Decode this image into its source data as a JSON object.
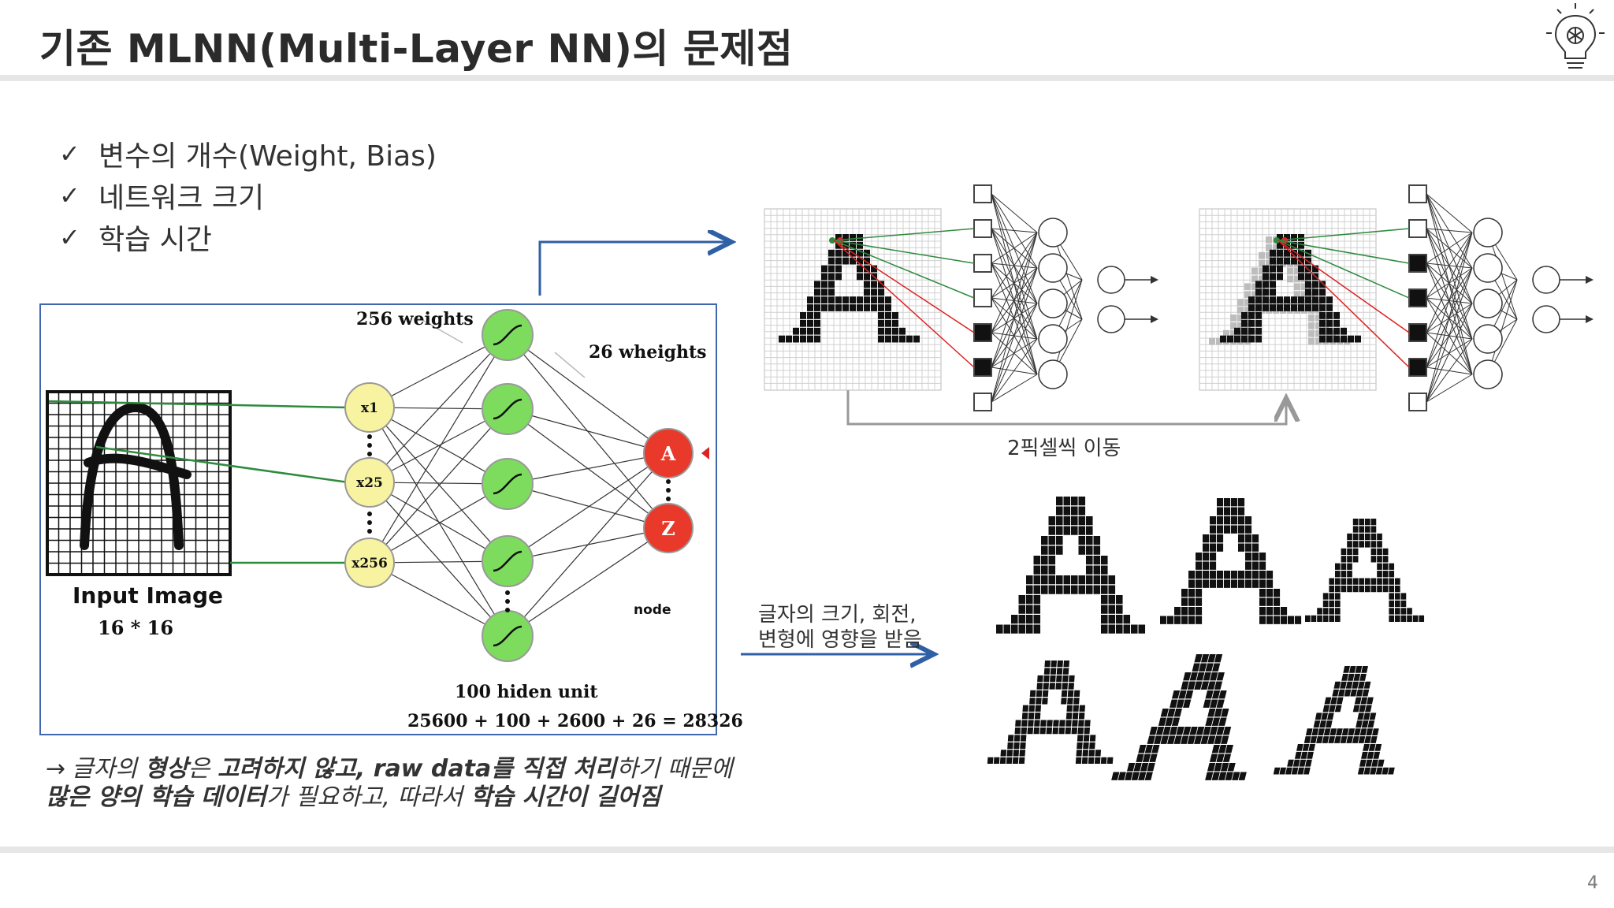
{
  "slide": {
    "title": "기존 MLNN(Multi-Layer NN)의 문제점",
    "page_number": "4"
  },
  "bullets": [
    {
      "check": "✓",
      "text": "변수의 개수(Weight, Bias)"
    },
    {
      "check": "✓",
      "text": "네트워크 크기"
    },
    {
      "check": "✓",
      "text": "학습 시간"
    }
  ],
  "network_diagram": {
    "weights_256": "256 weights",
    "weights_26": "26 wheights",
    "inputs": [
      "x1",
      "x25",
      "x256"
    ],
    "outputs": [
      "A",
      "Z"
    ],
    "node_label": "node",
    "hidden_label": "100 hiden unit",
    "input_title": "Input Image",
    "input_size": "16 * 16",
    "equation": "25600 + 100 + 2600 + 26 = 28326"
  },
  "shift_caption": "2픽셀씩 이동",
  "variation_caption": [
    "글자의 크기, 회전,",
    "변형에 영향을 받음"
  ],
  "note": {
    "arrow": "→",
    "segments": [
      {
        "text": "글자의 ",
        "bold": false
      },
      {
        "text": "형상",
        "bold": true
      },
      {
        "text": "은 ",
        "bold": false
      },
      {
        "text": "고려하지 않고, raw data를 직접 처리",
        "bold": true
      },
      {
        "text": "하기 때문에 ",
        "bold": false
      },
      {
        "text": "많은 양의 학습 데이터",
        "bold": true
      },
      {
        "text": "가 필요하고, 따라서 ",
        "bold": false
      },
      {
        "text": "학습 시간이 길어짐",
        "bold": true
      }
    ]
  },
  "colors": {
    "accent_blue": "#2f5fa5",
    "input_node": "#f7f3a0",
    "hidden_node": "#7ddc5e",
    "output_node": "#e8392a",
    "rule_gray": "#e6e6e6"
  },
  "icons": {
    "bulb": "lightbulb-brain-icon",
    "check": "check-icon"
  }
}
